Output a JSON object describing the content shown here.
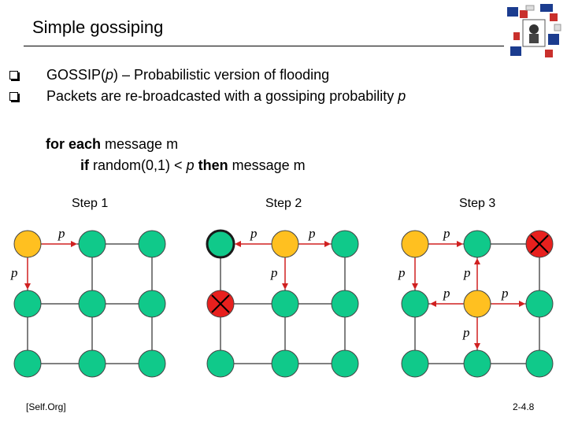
{
  "title": "Simple gossiping",
  "bullets": [
    {
      "pre": "GOSSIP(",
      "var": "p",
      "post": ") – Probabilistic version of flooding"
    },
    {
      "pre": "Packets are re-broadcasted with a gossiping probability ",
      "var": "p",
      "post": ""
    }
  ],
  "code": {
    "line1": {
      "kw": "for each",
      "rest": " message m"
    },
    "line2": {
      "kw1": "if",
      "mid": " random(0,1) < ",
      "var": "p",
      "kw2": " then",
      "rest": " message m"
    }
  },
  "steps": [
    "Step 1",
    "Step 2",
    "Step 3"
  ],
  "probability_symbol": "p",
  "colors": {
    "node_green": "#10c98a",
    "node_orange": "#ffc020",
    "node_red": "#e8201e",
    "arrow_red": "#d02020",
    "highlight_stroke": "#1a1a1a"
  },
  "footer": {
    "left": "[Self.Org]",
    "right": "2-4.8"
  }
}
